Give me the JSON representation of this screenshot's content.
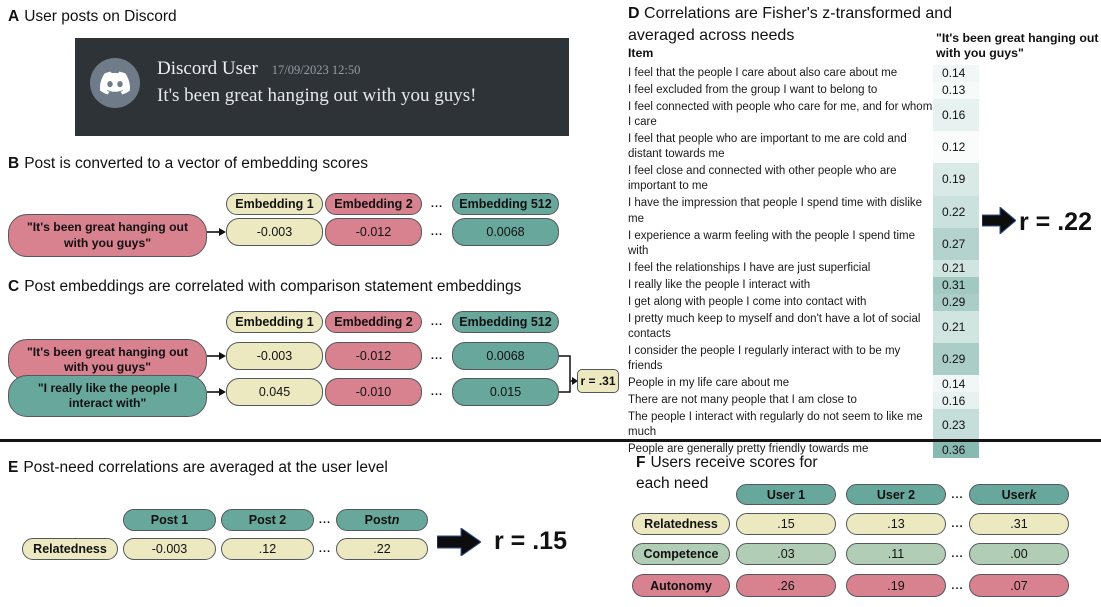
{
  "ellipsis": "...",
  "colors": {
    "cream": "#ece9c1",
    "pink": "#d8818f",
    "teal": "#68a79c",
    "sage": "#b1cdb5",
    "pill_border": "#54585b",
    "discord_bg": "#2e3338",
    "discord_avatar": "#6f7b89",
    "cell_base_teal": "#68a79c"
  },
  "panelA": {
    "label": "A",
    "title": "User posts on Discord",
    "discord": {
      "username": "Discord User",
      "timestamp": "17/09/2023 12:50",
      "message": "It's been great hanging out with you guys!"
    }
  },
  "panelB": {
    "label": "B",
    "title": "Post is converted to a vector of embedding scores",
    "source": {
      "text": "\"It's been great hanging out with you guys\"",
      "color": "pink"
    },
    "columns": [
      {
        "header": "Embedding 1",
        "value": "-0.003",
        "color": "cream"
      },
      {
        "header": "Embedding 2",
        "value": "-0.012",
        "color": "pink"
      },
      {
        "header": "Embedding 512",
        "value": "0.0068",
        "color": "teal"
      }
    ]
  },
  "panelC": {
    "label": "C",
    "title": "Post embeddings are correlated with comparison statement embeddings",
    "headers": [
      {
        "label": "Embedding 1",
        "color": "cream"
      },
      {
        "label": "Embedding 2",
        "color": "pink"
      },
      {
        "label": "Embedding 512",
        "color": "teal"
      }
    ],
    "rows": [
      {
        "source": "\"It's been great hanging out with you guys\"",
        "source_color": "pink",
        "values": [
          {
            "value": "-0.003",
            "color": "cream"
          },
          {
            "value": "-0.012",
            "color": "pink"
          },
          {
            "value": "0.0068",
            "color": "teal"
          }
        ]
      },
      {
        "source": "\"I really like the people I interact with\"",
        "source_color": "teal",
        "values": [
          {
            "value": "0.045",
            "color": "cream"
          },
          {
            "value": "-0.010",
            "color": "pink"
          },
          {
            "value": "0.015",
            "color": "teal"
          }
        ]
      }
    ],
    "result": "r = .31"
  },
  "panelD": {
    "label": "D",
    "title": "Correlations are Fisher's z-transformed and averaged across needs",
    "item_header": "Item",
    "column_header": "\"It's been great hanging out with you guys\"",
    "rows": [
      {
        "item": "I feel that the people I care about also care about me",
        "value": "0.14"
      },
      {
        "item": "I feel excluded from the group I want to belong to",
        "value": "0.13"
      },
      {
        "item": "I feel connected with people who care for me, and for whom I care",
        "value": "0.16"
      },
      {
        "item": "I feel that people who are important to me are cold and distant towards me",
        "value": "0.12"
      },
      {
        "item": "I feel close and connected with other people who are important to me",
        "value": "0.19"
      },
      {
        "item": "I have the impression that people I spend time with dislike me",
        "value": "0.22"
      },
      {
        "item": "I experience a warm feeling with the people I spend time with",
        "value": "0.27"
      },
      {
        "item": "I feel the relationships I have are just superficial",
        "value": "0.21"
      },
      {
        "item": "I really like the people I interact with",
        "value": "0.31"
      },
      {
        "item": "I get along with people I come into contact with",
        "value": "0.29"
      },
      {
        "item": "I pretty much keep to myself and don't have a lot of social contacts",
        "value": "0.21"
      },
      {
        "item": "I consider the people I regularly interact with to be my friends",
        "value": "0.29"
      },
      {
        "item": "People in my life care about me",
        "value": "0.14"
      },
      {
        "item": "There are not many people that I am close to",
        "value": "0.16"
      },
      {
        "item": "The people I interact with regularly do not seem to like me much",
        "value": "0.23"
      },
      {
        "item": "People are generally pretty friendly towards me",
        "value": "0.36"
      }
    ],
    "result": "r = .22"
  },
  "panelE": {
    "label": "E",
    "title": "Post-need correlations are averaged at the user level",
    "headers": [
      {
        "label": "Post 1"
      },
      {
        "label": "Post 2"
      },
      {
        "label": "Post n",
        "italic_last": true
      }
    ],
    "row": {
      "label": "Relatedness",
      "color": "cream",
      "values": [
        {
          "value": "-0.003",
          "color": "cream"
        },
        {
          "value": ".12",
          "color": "cream"
        },
        {
          "value": ".22",
          "color": "cream"
        }
      ]
    },
    "result": "r = .15"
  },
  "panelF": {
    "label": "F",
    "title": "Users receive scores for each need",
    "headers": [
      {
        "label": "User 1"
      },
      {
        "label": "User 2"
      },
      {
        "label": "User k",
        "italic_last": true
      }
    ],
    "rows": [
      {
        "label": "Relatedness",
        "color": "cream",
        "values": [
          ".15",
          ".13",
          ".31"
        ]
      },
      {
        "label": "Competence",
        "color": "sage",
        "values": [
          ".03",
          ".11",
          ".00"
        ]
      },
      {
        "label": "Autonomy",
        "color": "pink",
        "values": [
          ".26",
          ".19",
          ".07"
        ]
      }
    ]
  }
}
